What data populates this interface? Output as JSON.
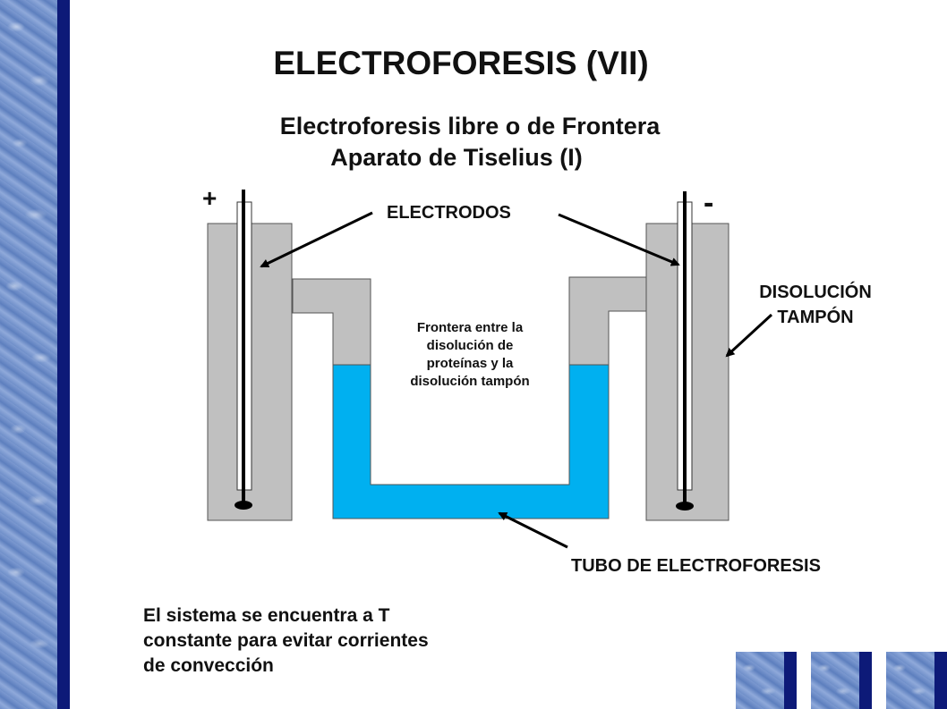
{
  "slide": {
    "title": "ELECTROFORESIS (VII)",
    "subtitle_line1": "Electroforesis libre o de Frontera",
    "subtitle_line2": "Aparato de Tiselius (I)",
    "footer_line1": "El sistema se encuentra a T",
    "footer_line2": "constante para evitar corrientes",
    "footer_line3": "de convección"
  },
  "diagram": {
    "plus_sign": "+",
    "minus_sign": "-",
    "electrodes_label": "ELECTRODOS",
    "buffer_label_line1": "DISOLUCIÓN",
    "buffer_label_line2": "TAMPÓN",
    "tube_label": "TUBO DE ELECTROFORESIS",
    "boundary_line1": "Frontera entre la",
    "boundary_line2": "disolución de",
    "boundary_line3": "proteínas y la",
    "boundary_line4": "disolución tampón"
  },
  "colors": {
    "vessel_gray": "#c0c0c0",
    "protein_solution_blue": "#00b0f0",
    "accent_navy": "#0d1a78"
  }
}
